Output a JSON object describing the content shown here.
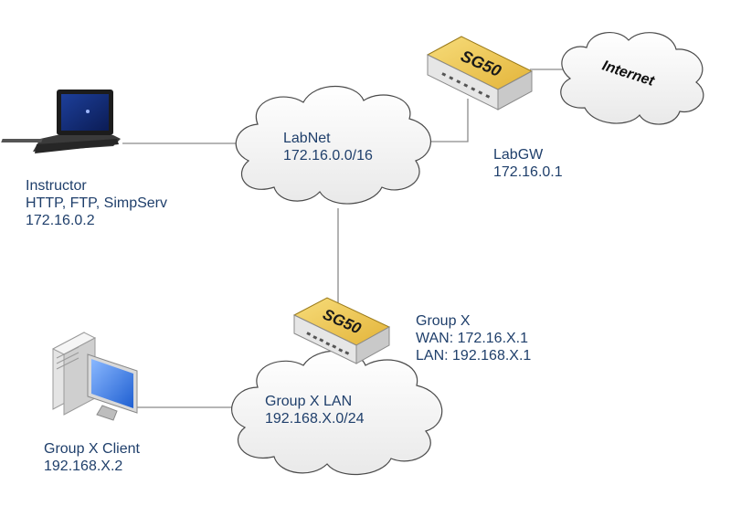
{
  "nodes": {
    "instructor": {
      "icon": "laptop-icon",
      "lines": [
        "Instructor",
        "HTTP, FTP, SimpServ",
        "172.16.0.2"
      ]
    },
    "labnet": {
      "icon": "cloud-icon",
      "lines": [
        "LabNet",
        "172.16.0.0/16"
      ]
    },
    "labgw": {
      "icon": "router-icon",
      "device_label": "SG50",
      "lines": [
        "LabGW",
        "172.16.0.1"
      ]
    },
    "internet": {
      "icon": "cloud-icon",
      "label": "Internet"
    },
    "group_router": {
      "icon": "router-icon",
      "device_label": "SG50",
      "lines": [
        "Group X",
        "WAN: 172.16.X.1",
        "LAN: 192.168.X.1"
      ]
    },
    "group_lan": {
      "icon": "cloud-icon",
      "lines": [
        "Group X LAN",
        "192.168.X.0/24"
      ]
    },
    "client": {
      "icon": "desktop-computer-icon",
      "lines": [
        "Group X Client",
        "192.168.X.2"
      ]
    }
  },
  "colors": {
    "label_text": "#1f3f6b",
    "link_line": "#8a8a8a",
    "cloud_stroke": "#4a4a4a",
    "router_body": "#f2c94c",
    "router_front": "#e8e8e8"
  }
}
